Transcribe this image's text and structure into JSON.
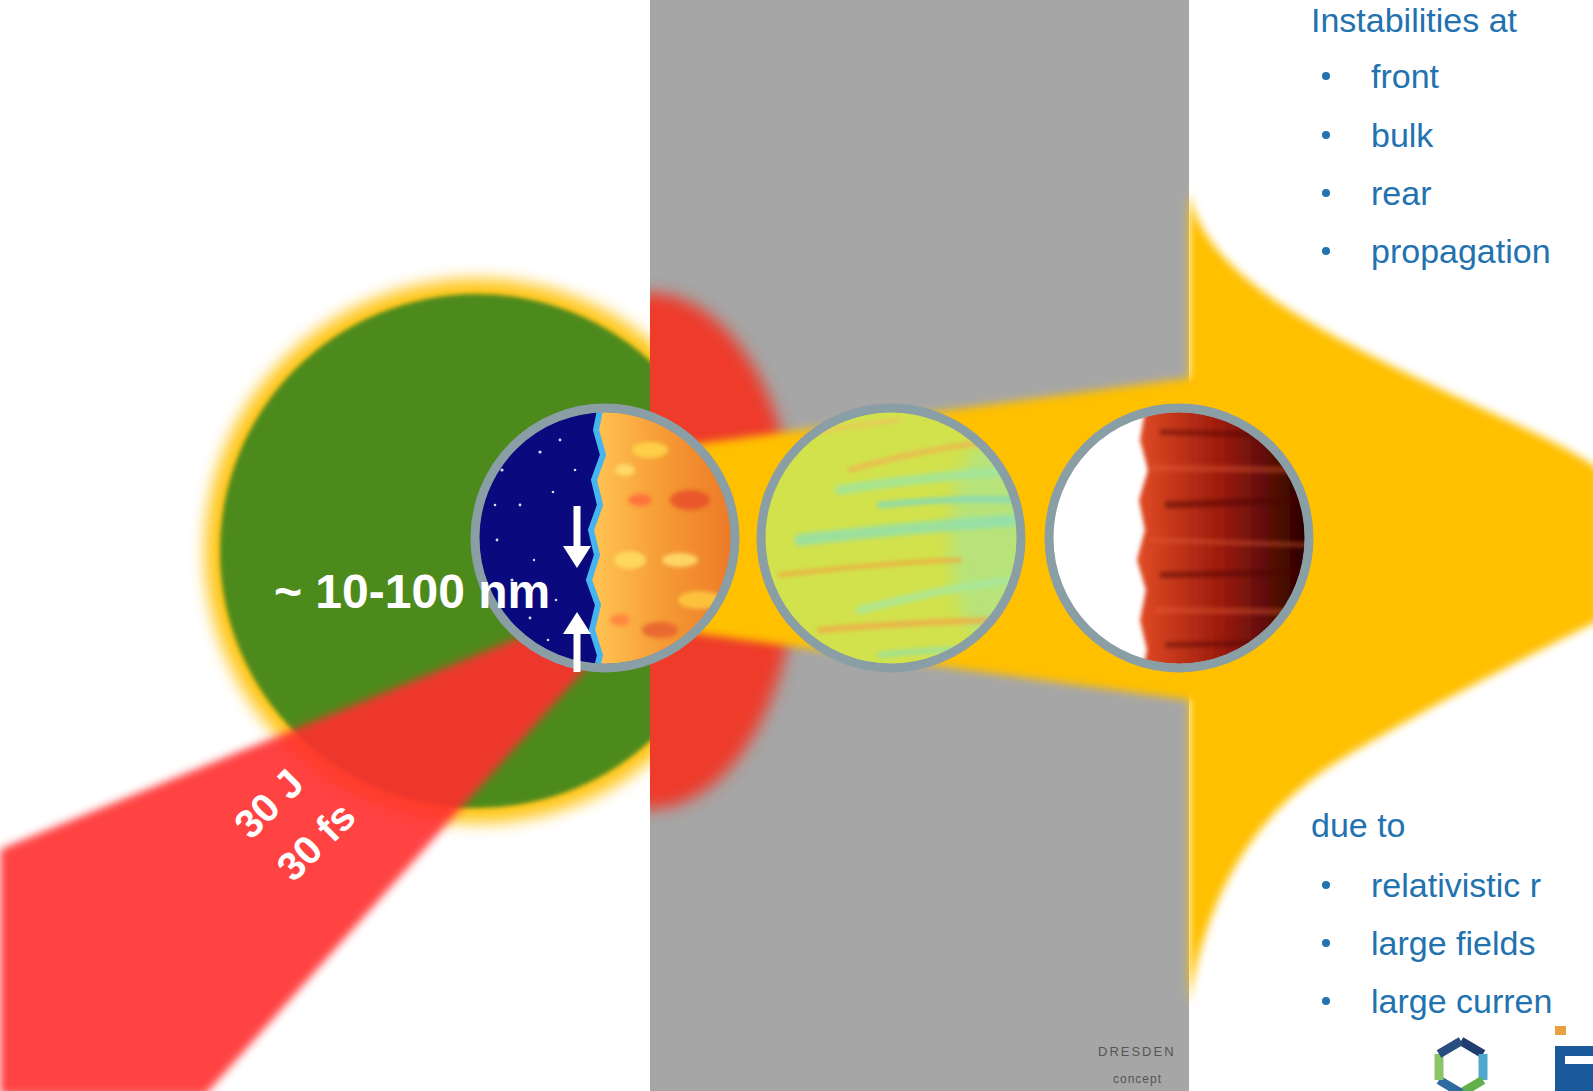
{
  "diagram": {
    "labels": [
      "Instabilities at",
      "front",
      "bulk",
      "rear",
      "propagation",
      "due to",
      "relativistic r",
      "large fields",
      "large curren",
      "~ 10-100 nm",
      "30 J",
      "30 fs",
      "DRESDEN",
      "concept"
    ]
  }
}
